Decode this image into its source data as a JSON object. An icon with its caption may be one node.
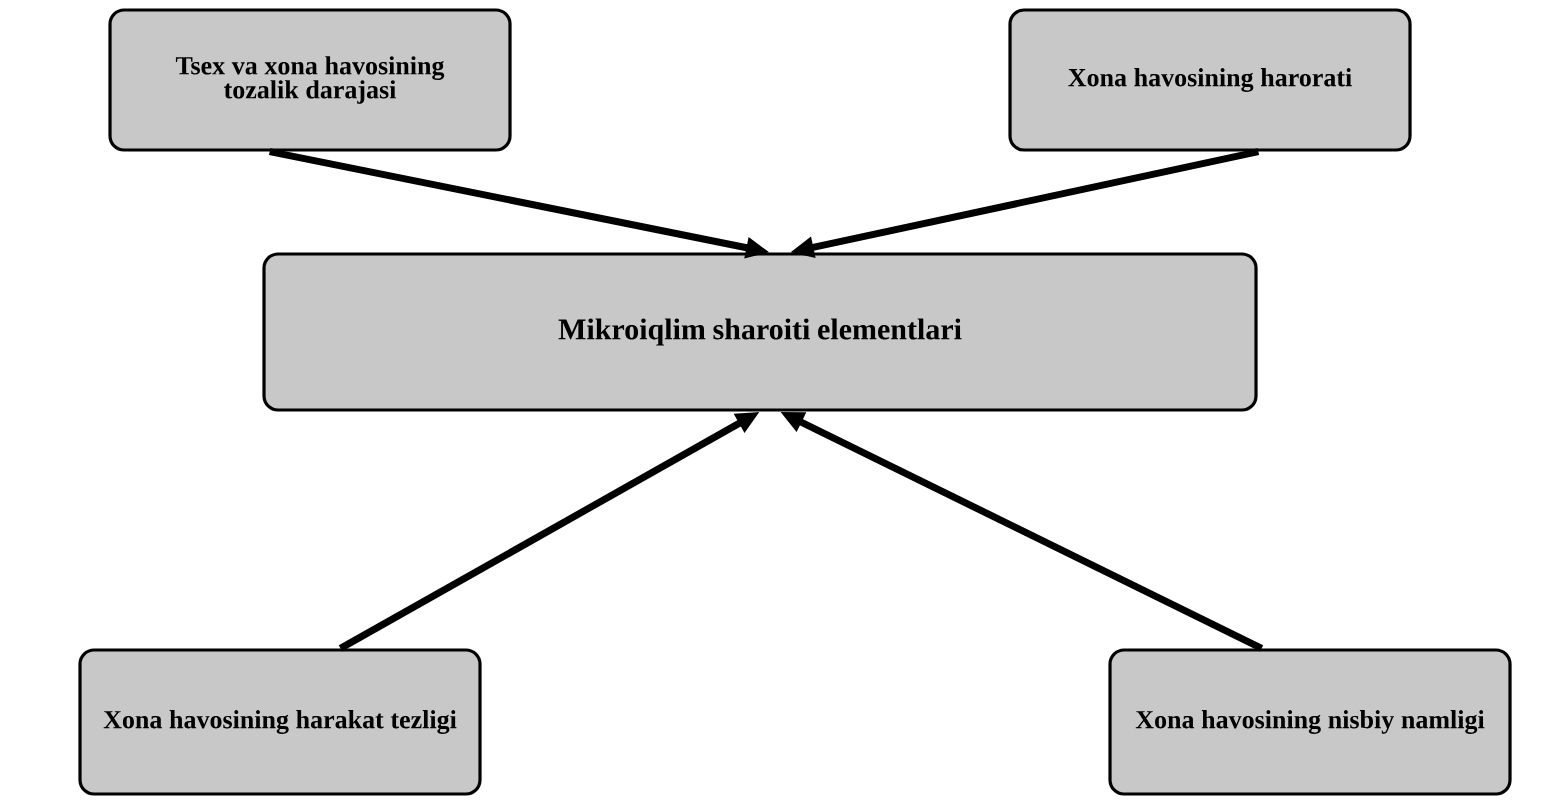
{
  "diagram": {
    "nodes": [
      {
        "text": [
          "Tsex va xona havosining tozalik darajasi"
        ]
      },
      {
        "text": [
          "Xona havosining harorati"
        ]
      },
      {
        "text": [
          "Mikroiqlim sharoiti elementlari"
        ]
      },
      {
        "text": [
          "Xona havosining harakat tezligi"
        ]
      },
      {
        "text": [
          "Xona havosining nisbiy namligi"
        ]
      }
    ],
    "edges": [
      {
        "from": 0,
        "to": 2,
        "arrow": "to"
      },
      {
        "from": 1,
        "to": 2,
        "arrow": "to"
      },
      {
        "from": 3,
        "to": 2,
        "arrow": "to"
      },
      {
        "from": 4,
        "to": 2,
        "arrow": "to"
      }
    ]
  }
}
